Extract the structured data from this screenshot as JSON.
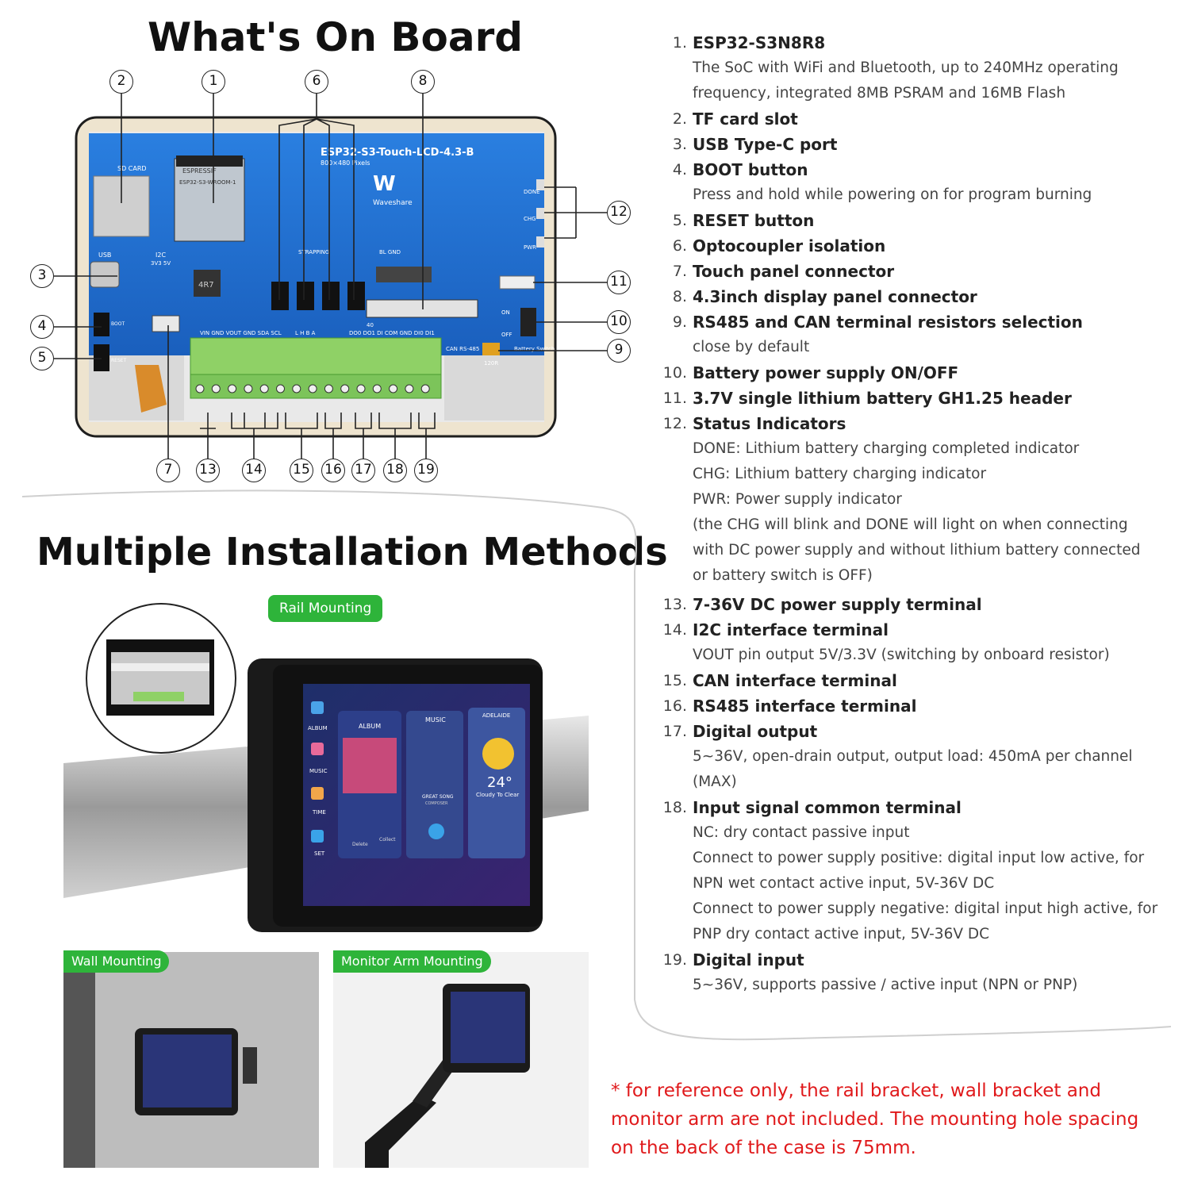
{
  "board_title": "What's On Board",
  "install_title": "Multiple Installation Methods",
  "board": {
    "model": "ESP32-S3-Touch-LCD-4.3-B",
    "resolution": "800×480 Pixels",
    "module_brand": "ESPRESSIF",
    "module_name": "ESP32-S3-WROOM-1",
    "logo_text": "Waveshare",
    "sd_label": "SD CARD",
    "usb_label": "USB",
    "i2c_label": "I2C",
    "i2c_volt": "3V3 5V",
    "inductor_label": "4R7",
    "strapping_label": "STRAPPING",
    "bl_gnd_label": "BL GND",
    "done_label": "DONE",
    "chg_label": "CHG",
    "pwr_label": "PWR",
    "on_label": "ON",
    "off_label": "OFF",
    "battery_label": "Battery Switch",
    "can_label": "CAN RS-485",
    "r120_label": "120R",
    "boot_label": "BOOT",
    "reset_label": "RESET",
    "pin_row_left": "VIN GND VOUT GND SDA SCL",
    "pin_row_mid": "L H B A",
    "pin_row_right": "DO0 DO1 DI COM GND DI0 DI1",
    "pin_num": "40"
  },
  "callouts": [
    "1",
    "2",
    "3",
    "4",
    "5",
    "6",
    "7",
    "8",
    "9",
    "10",
    "11",
    "12",
    "13",
    "14",
    "15",
    "16",
    "17",
    "18",
    "19"
  ],
  "features": [
    {
      "num": "1.",
      "title": "ESP32-S3N8R8",
      "desc": [
        "The SoC with WiFi and Bluetooth, up to 240MHz operating",
        "frequency, integrated 8MB PSRAM and 16MB Flash"
      ]
    },
    {
      "num": "2.",
      "title": "TF card slot",
      "desc": []
    },
    {
      "num": "3.",
      "title": "USB Type-C port",
      "desc": []
    },
    {
      "num": "4.",
      "title": "BOOT button",
      "desc": [
        "Press and hold while powering on for program burning"
      ]
    },
    {
      "num": "5.",
      "title": "RESET button",
      "desc": []
    },
    {
      "num": "6.",
      "title": "Optocoupler isolation",
      "desc": []
    },
    {
      "num": "7.",
      "title": "Touch panel connector",
      "desc": []
    },
    {
      "num": "8.",
      "title": "4.3inch display panel connector",
      "desc": []
    },
    {
      "num": "9.",
      "title": "RS485 and CAN terminal resistors selection",
      "desc": [
        "close by default"
      ]
    },
    {
      "num": "10.",
      "title": "Battery power supply ON/OFF",
      "desc": []
    },
    {
      "num": "11.",
      "title": "3.7V single lithium battery GH1.25 header",
      "desc": []
    },
    {
      "num": "12.",
      "title": "Status Indicators",
      "desc": [
        "DONE: Lithium battery charging completed indicator",
        "CHG: Lithium battery charging indicator",
        "PWR: Power supply indicator",
        "(the CHG will blink and DONE will light on when connecting",
        "with DC power supply and without lithium battery connected",
        "or battery switch is OFF)"
      ]
    },
    {
      "num": "13.",
      "title": "7-36V DC power supply terminal",
      "desc": []
    },
    {
      "num": "14.",
      "title": "I2C interface terminal",
      "desc": [
        "VOUT pin output 5V/3.3V (switching by onboard resistor)"
      ]
    },
    {
      "num": "15.",
      "title": "CAN interface terminal",
      "desc": []
    },
    {
      "num": "16.",
      "title": "RS485 interface terminal",
      "desc": []
    },
    {
      "num": "17.",
      "title": "Digital output",
      "desc": [
        "5~36V, open-drain output, output load: 450mA per channel",
        "(MAX)"
      ]
    },
    {
      "num": "18.",
      "title": "Input signal common terminal",
      "desc": [
        "NC: dry contact passive input",
        "Connect to power supply positive: digital input low active, for",
        "NPN wet contact active input, 5V-36V DC",
        "Connect to power supply negative: digital input high active, for",
        "PNP dry contact active input, 5V-36V DC"
      ]
    },
    {
      "num": "19.",
      "title": "Digital input",
      "desc": [
        "5~36V, supports passive / active input (NPN or PNP)"
      ]
    }
  ],
  "tags": {
    "rail": "Rail Mounting",
    "wall": "Wall Mounting",
    "arm": "Monitor Arm Mounting"
  },
  "screen_ui": {
    "sidebar": [
      "ALBUM",
      "MUSIC",
      "TIME",
      "SET"
    ],
    "card_album": "ALBUM",
    "card_music": "MUSIC",
    "card_weather": "ADELAIDE",
    "music_song": "GREAT SONG",
    "music_composer": "COMPOSER",
    "weather_temp": "24°",
    "weather_desc": "Cloudy To Clear",
    "album_delete": "Delete",
    "album_collect": "Collect"
  },
  "note": "* for reference only, the rail bracket, wall bracket and monitor arm are not included. The mounting hole spacing on the back of the case is 75mm.",
  "colors": {
    "pcb": "#1f6fcf",
    "terminal": "#7ccc5a",
    "tag_green": "#2eb43a",
    "note_red": "#e0191b",
    "frame": "#eee4cf"
  }
}
